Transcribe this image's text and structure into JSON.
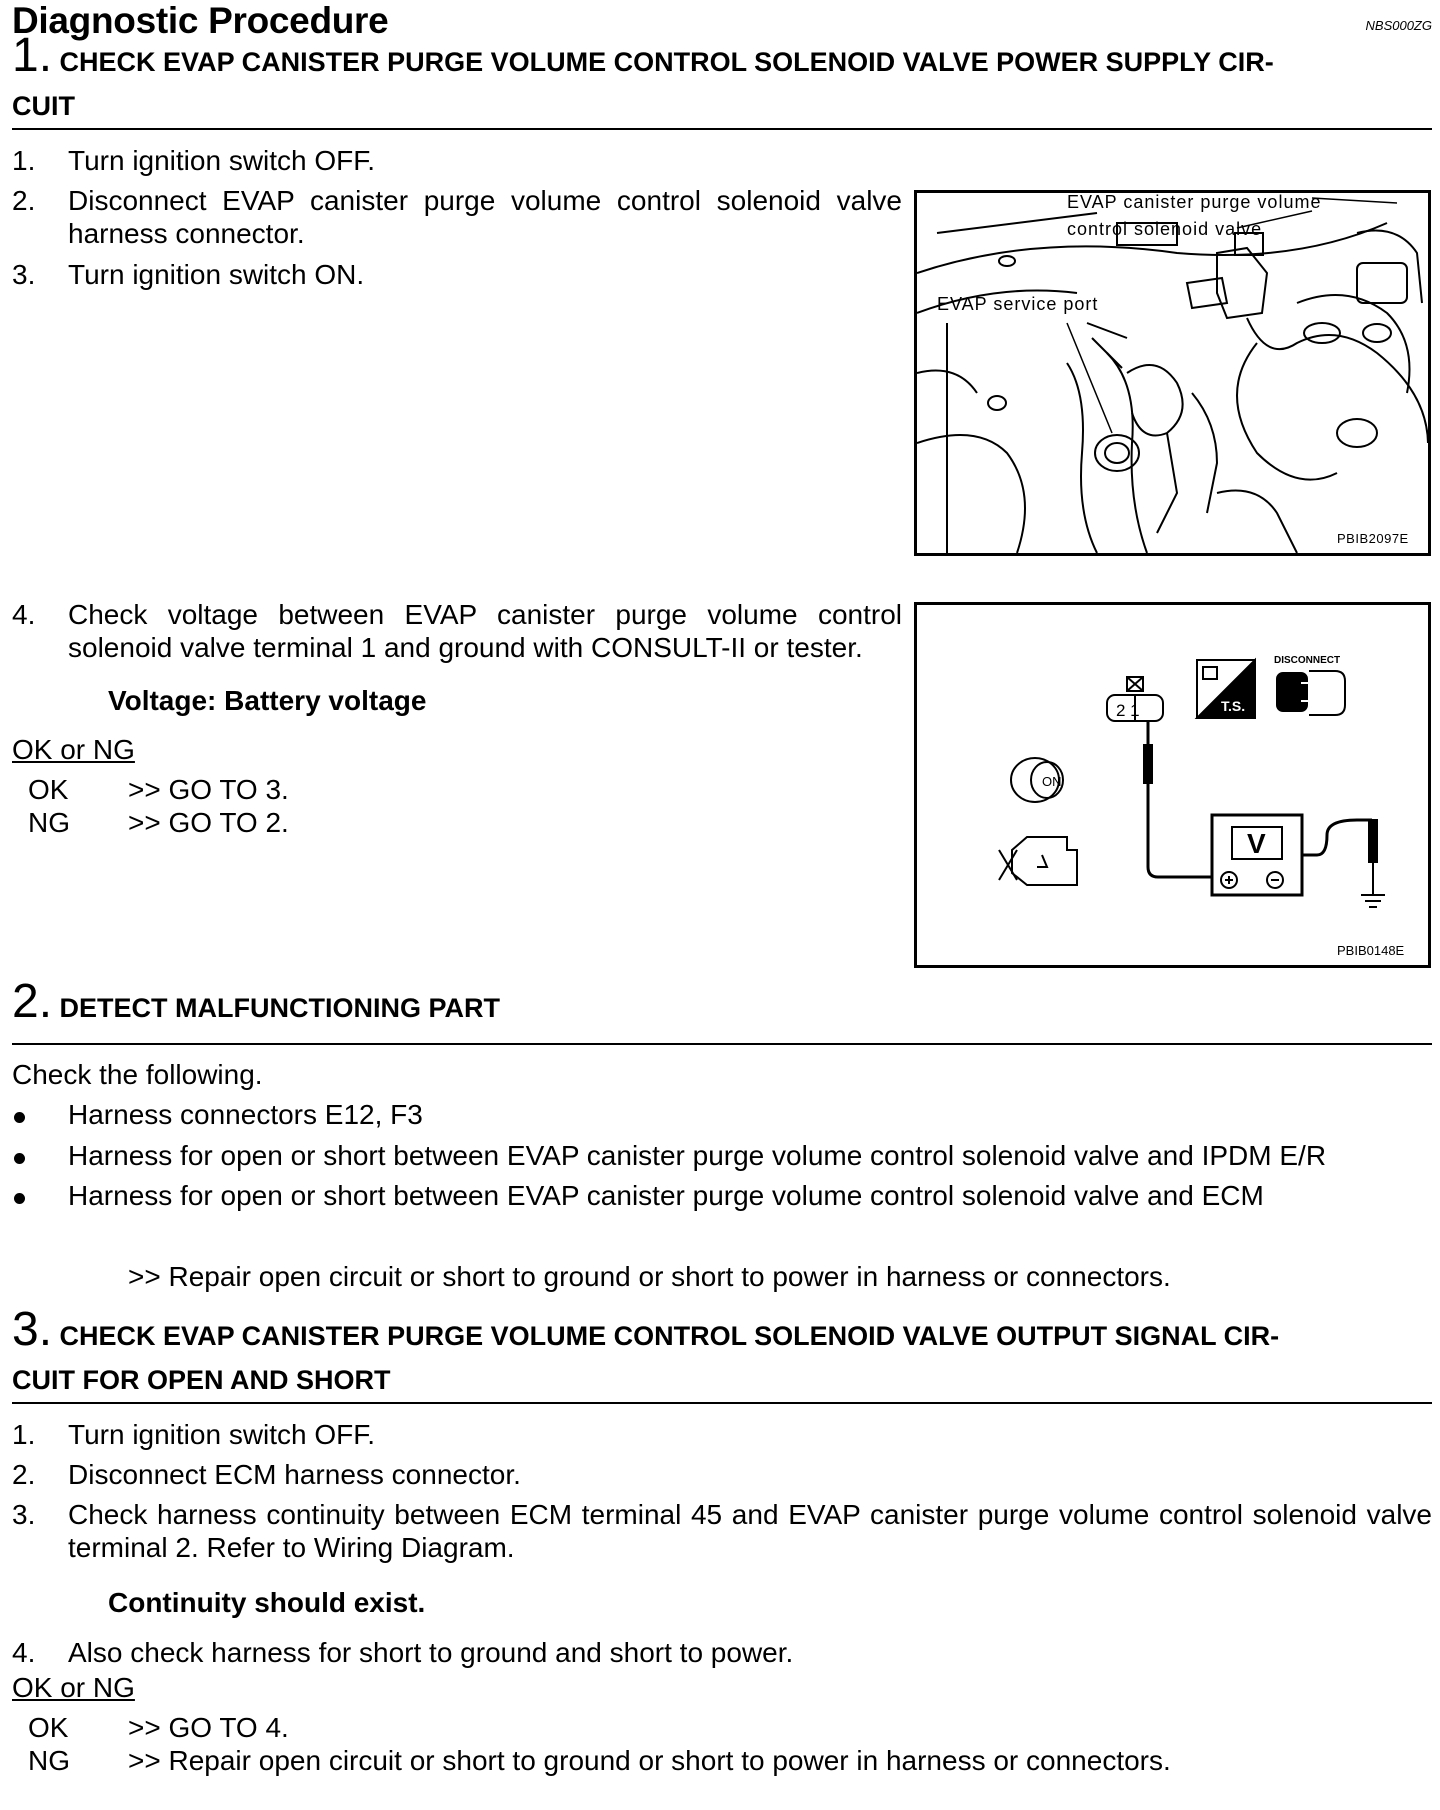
{
  "header": {
    "title": "Diagnostic Procedure",
    "doc_code": "NBS000ZG"
  },
  "section1": {
    "number": "1.",
    "heading_line1": "CHECK EVAP CANISTER PURGE VOLUME CONTROL SOLENOID VALVE POWER SUPPLY CIR-",
    "heading_line2": "CUIT",
    "steps": [
      {
        "n": "1.",
        "text": "Turn ignition switch OFF."
      },
      {
        "n": "2.",
        "text": "Disconnect EVAP canister purge volume control solenoid valve harness connector."
      },
      {
        "n": "3.",
        "text": "Turn ignition switch ON."
      },
      {
        "n": "4.",
        "text": "Check voltage between EVAP canister purge volume control solenoid valve terminal 1 and ground with CONSULT-II or tester."
      }
    ],
    "spec": "Voltage: Battery voltage",
    "okng_label": "OK or NG",
    "results": [
      {
        "key": "OK",
        "action": ">> GO TO 3."
      },
      {
        "key": "NG",
        "action": ">> GO TO 2."
      }
    ],
    "figure1": {
      "label_valve_line1": "EVAP canister purge volume",
      "label_valve_line2": "control solenoid valve",
      "label_port": "EVAP service port",
      "code": "PBIB2097E"
    },
    "figure2": {
      "connector_terminals": "2 1",
      "disconnect_label": "DISCONNECT",
      "ts_label": "T.S.",
      "key_label": "ON",
      "meter_label": "V",
      "code": "PBIB0148E"
    }
  },
  "section2": {
    "number": "2.",
    "heading": "DETECT MALFUNCTIONING PART",
    "intro": "Check the following.",
    "bullets": [
      "Harness connectors E12, F3",
      "Harness for open or short between EVAP canister purge volume control solenoid valve and IPDM E/R",
      "Harness for open or short between EVAP canister purge volume control solenoid valve and ECM"
    ],
    "action": ">> Repair open circuit or short to ground or short to power in harness or connectors."
  },
  "section3": {
    "number": "3.",
    "heading_line1": "CHECK EVAP CANISTER PURGE VOLUME CONTROL SOLENOID VALVE OUTPUT SIGNAL CIR-",
    "heading_line2": "CUIT FOR OPEN AND SHORT",
    "steps": [
      {
        "n": "1.",
        "text": "Turn ignition switch OFF."
      },
      {
        "n": "2.",
        "text": "Disconnect ECM harness connector."
      },
      {
        "n": "3.",
        "text": "Check harness continuity between ECM terminal 45 and EVAP canister purge volume control solenoid valve terminal 2. Refer to Wiring Diagram."
      },
      {
        "n": "4.",
        "text": "Also check harness for short to ground and short to power."
      }
    ],
    "spec": "Continuity should exist.",
    "okng_label": "OK or NG",
    "results": [
      {
        "key": "OK",
        "action": ">> GO TO 4."
      },
      {
        "key": "NG",
        "action": ">> Repair open circuit or short to ground or short to power in harness or connectors."
      }
    ]
  }
}
